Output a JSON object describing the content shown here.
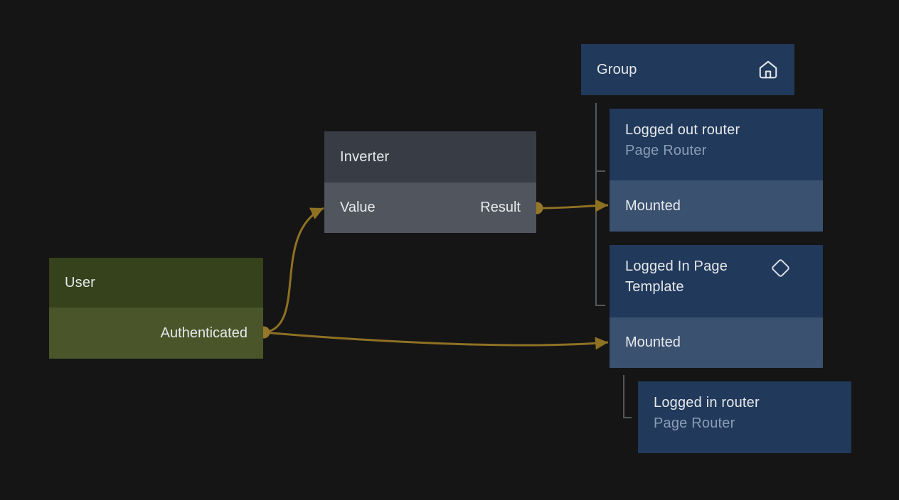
{
  "canvas": {
    "background": "#151515"
  },
  "colors": {
    "wire": "#8f7124",
    "port_dot": "#95772a",
    "tree_line": "#54585c",
    "icon_stroke": "#dde3ea",
    "node_blue_header": "#21395a",
    "node_blue_body": "#3b5170",
    "node_green_header": "#36421b",
    "node_green_body": "#4a5529",
    "node_gray_header": "#383c45",
    "node_gray_body": "#51555e",
    "title_text": "#e7e9ec",
    "subtitle_text": "#8c9db6"
  },
  "nodes": {
    "user": {
      "title": "User",
      "output_label": "Authenticated"
    },
    "inverter": {
      "title": "Inverter",
      "input_label": "Value",
      "output_label": "Result"
    },
    "group": {
      "title": "Group",
      "icon": "home-icon"
    },
    "logged_out_router": {
      "title": "Logged out router",
      "subtitle": "Page Router",
      "input_label": "Mounted"
    },
    "logged_in_page_template": {
      "title": "Logged In Page Template",
      "icon": "diamond-icon",
      "input_label": "Mounted"
    },
    "logged_in_router": {
      "title": "Logged in router",
      "subtitle": "Page Router"
    }
  }
}
